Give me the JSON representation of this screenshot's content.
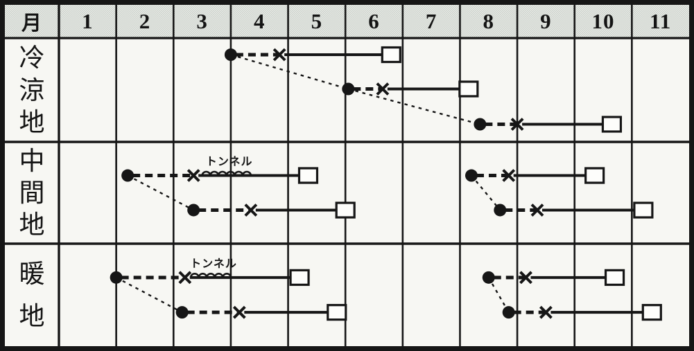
{
  "colors": {
    "ink": "#161616",
    "paper": "#f7f7f3",
    "header_bg": "#eceee9",
    "header_dot": "#c9cfc9",
    "marker_fill": "#fdfdfb"
  },
  "chart_data": {
    "type": "gantt-timeline",
    "unit_label": "月",
    "months": [
      "1",
      "2",
      "3",
      "4",
      "5",
      "6",
      "7",
      "8",
      "9",
      "10",
      "11"
    ],
    "xlim": [
      1,
      12
    ],
    "marker_glyphs": {
      "circle": "●",
      "cross": "×",
      "square": "□"
    },
    "line_styles": {
      "circle_to_cross": "dashed",
      "cross_to_square": "solid",
      "circle_to_circle": "dotted"
    },
    "rows": [
      {
        "label": "冷涼地",
        "lane_count": 3,
        "timelines": [
          {
            "lane": 0,
            "dot_month": 4.0,
            "cross_month": 4.85,
            "square_month": 6.8
          },
          {
            "lane": 1,
            "dot_month": 6.05,
            "cross_month": 6.65,
            "square_month": 8.15
          },
          {
            "lane": 2,
            "dot_month": 8.35,
            "cross_month": 9.0,
            "square_month": 10.65
          }
        ],
        "connectors": [
          [
            0,
            1
          ],
          [
            1,
            2
          ]
        ]
      },
      {
        "label": "中間地",
        "lane_count": 2,
        "timelines": [
          {
            "lane": 0,
            "dot_month": 2.2,
            "cross_month": 3.35,
            "square_month": 5.35,
            "tunnel": {
              "from_month": 3.5,
              "to_month": 4.35,
              "label": "トンネル"
            }
          },
          {
            "lane": 1,
            "dot_month": 3.35,
            "cross_month": 4.35,
            "square_month": 6.0
          },
          {
            "lane": 0,
            "dot_month": 8.2,
            "cross_month": 8.85,
            "square_month": 10.35
          },
          {
            "lane": 1,
            "dot_month": 8.7,
            "cross_month": 9.35,
            "square_month": 11.2
          }
        ],
        "connectors": [
          [
            0,
            1
          ],
          [
            2,
            3
          ]
        ]
      },
      {
        "label": "暖地",
        "lane_count": 2,
        "timelines": [
          {
            "lane": 0,
            "dot_month": 2.0,
            "cross_month": 3.2,
            "square_month": 5.2,
            "tunnel": {
              "from_month": 3.3,
              "to_month": 4.0,
              "label": "トンネル"
            }
          },
          {
            "lane": 1,
            "dot_month": 3.15,
            "cross_month": 4.15,
            "square_month": 5.85
          },
          {
            "lane": 0,
            "dot_month": 8.5,
            "cross_month": 9.15,
            "square_month": 10.7
          },
          {
            "lane": 1,
            "dot_month": 8.85,
            "cross_month": 9.5,
            "square_month": 11.35
          }
        ],
        "connectors": [
          [
            0,
            1
          ],
          [
            2,
            3
          ]
        ]
      }
    ]
  }
}
